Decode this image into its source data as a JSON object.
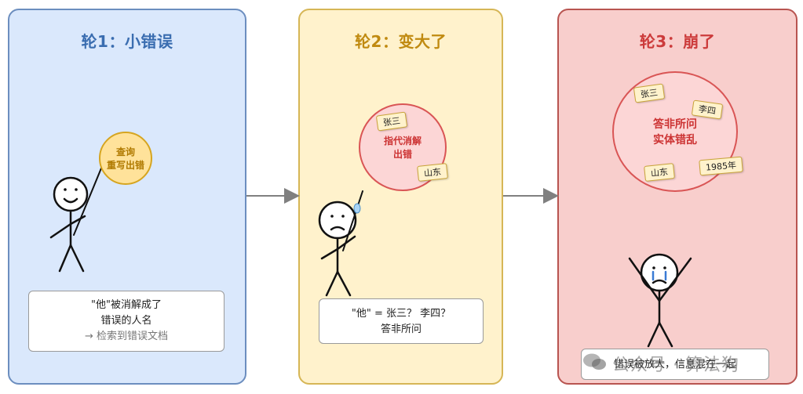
{
  "panel1": {
    "title": "轮1：小错误",
    "bubble_line1": "查询",
    "bubble_line2": "重写出错",
    "note_line1": "\"他\"被消解成了",
    "note_line2": "错误的人名",
    "note_line3": "→ 检索到错误文档"
  },
  "panel2": {
    "title": "轮2：变大了",
    "bubble_line1": "指代消解",
    "bubble_line2": "出错",
    "tag1": "张三",
    "tag2": "山东",
    "note_line1": "\"他\" = 张三？ 李四？",
    "note_line2": "答非所问"
  },
  "panel3": {
    "title": "轮3：崩了",
    "bubble_line1": "答非所问",
    "bubble_line2": "实体错乱",
    "tag1": "张三",
    "tag2": "李四",
    "tag3": "山东",
    "tag4": "1985年",
    "note_line1": "错误被放大，信息混在一起"
  },
  "watermark": "公众号 · 算法狗",
  "colors": {
    "panel1_fill": "#dae8fc",
    "panel1_border": "#6c8ebf",
    "panel2_fill": "#fff2cc",
    "panel2_border": "#d6b656",
    "panel3_fill": "#f8cecc",
    "panel3_border": "#b85450",
    "arrow": "#808080"
  }
}
